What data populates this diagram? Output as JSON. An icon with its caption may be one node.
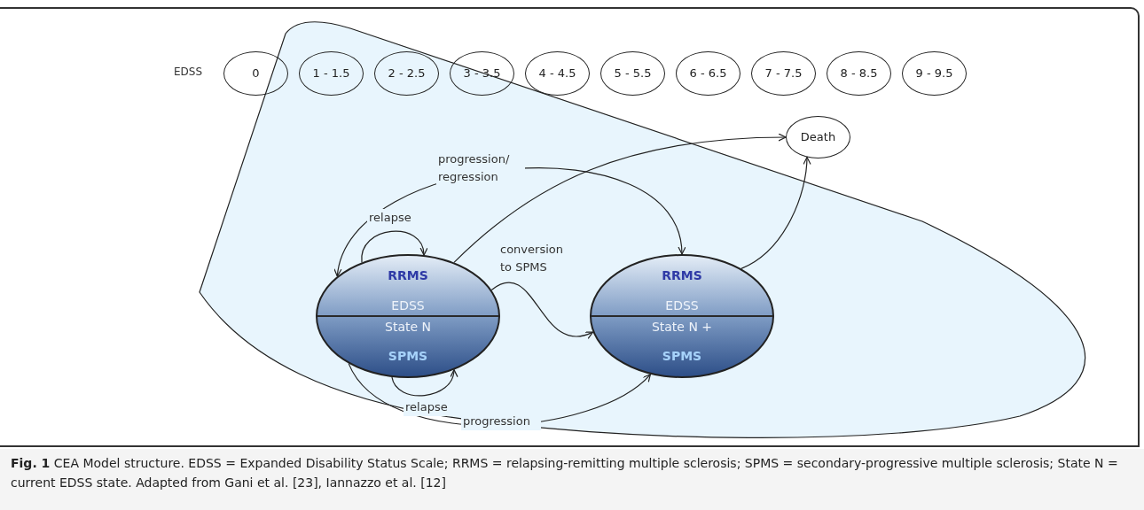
{
  "diagram": {
    "caption": "**Fig. 1** CEA Model structure. EDSS = Expanded Disability Status Scale; RRMS = relapsing-remitting multiple sclerosis; SPMS = secondary-progressive multiple sclerosis; State N = current EDSS state. Adapted from Gani et al. [23], Iannazzo et al. [12]",
    "nodes": [
      {
        "text": [
          "0"
        ]
      },
      {
        "text": [
          "1 - 1.5"
        ]
      },
      {
        "text": [
          "2 - 2.5"
        ]
      },
      {
        "text": [
          "3 - 3.5"
        ]
      },
      {
        "text": [
          "4 - 4.5"
        ]
      },
      {
        "text": [
          "5 - 5.5"
        ]
      },
      {
        "text": [
          "6 - 6.5"
        ]
      },
      {
        "text": [
          "7 - 7.5"
        ]
      },
      {
        "text": [
          "8 - 8.5"
        ]
      },
      {
        "text": [
          "9 - 9.5"
        ]
      },
      {
        "text": [
          "Death"
        ]
      },
      {
        "text": [
          "RRMS",
          "EDSS State N",
          "SPMS"
        ]
      },
      {
        "text": [
          "RRMS",
          "EDSS State N +",
          "SPMS"
        ]
      }
    ],
    "edges": [
      {
        "from": 11,
        "to": 11,
        "arrow": "to",
        "label": "relapse"
      },
      {
        "from": 11,
        "to": 11,
        "arrow": "to",
        "label": "relapse"
      },
      {
        "from": 11,
        "to": 12,
        "arrow": "both",
        "label": "progression/ regression"
      },
      {
        "from": 11,
        "to": 10,
        "arrow": "to"
      },
      {
        "from": 11,
        "to": 12,
        "arrow": "to",
        "label": "conversion to SPMS"
      },
      {
        "from": 11,
        "to": 12,
        "arrow": "to",
        "label": "progression"
      },
      {
        "from": 12,
        "to": 10,
        "arrow": "to"
      }
    ],
    "labels": [
      "EDSS"
    ]
  }
}
